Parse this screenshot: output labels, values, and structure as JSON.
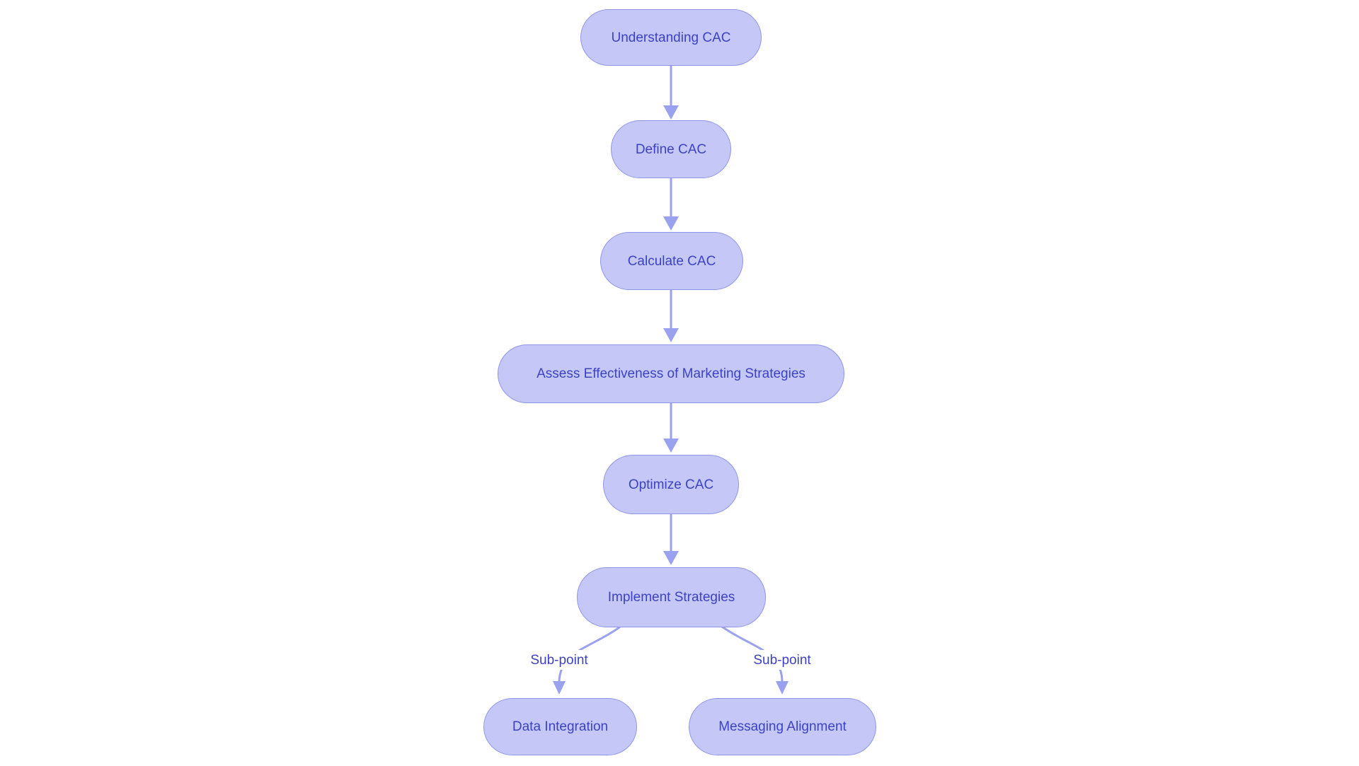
{
  "diagram": {
    "title": "CAC flowchart",
    "nodes": [
      {
        "id": "understanding-cac",
        "label": "Understanding CAC"
      },
      {
        "id": "define-cac",
        "label": "Define CAC"
      },
      {
        "id": "calculate-cac",
        "label": "Calculate CAC"
      },
      {
        "id": "assess-effectiveness",
        "label": "Assess Effectiveness of Marketing Strategies"
      },
      {
        "id": "optimize-cac",
        "label": "Optimize CAC"
      },
      {
        "id": "implement-strategies",
        "label": "Implement Strategies"
      },
      {
        "id": "data-integration",
        "label": "Data Integration"
      },
      {
        "id": "messaging-alignment",
        "label": "Messaging Alignment"
      }
    ],
    "edge_labels": [
      {
        "id": "sub-point-left",
        "label": "Sub-point"
      },
      {
        "id": "sub-point-right",
        "label": "Sub-point"
      }
    ],
    "colors": {
      "node_fill": "#c5c8f7",
      "node_border": "#8f96ea",
      "node_text": "#3c42c2",
      "edge": "#9aa2ef",
      "background": "#ffffff"
    }
  }
}
